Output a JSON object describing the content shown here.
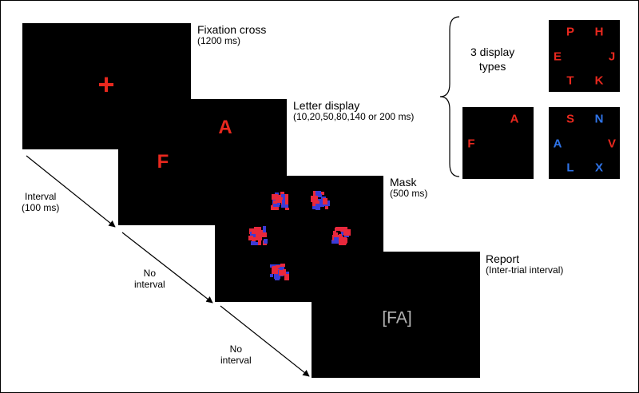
{
  "colors": {
    "background": "#ffffff",
    "screen": "#000000",
    "red_letter": "#e8281e",
    "blue_letter": "#2f74e8",
    "mask_red": "#e8283c",
    "mask_blue": "#3b3bd6",
    "report_text": "#b4b4b4"
  },
  "screens": {
    "fixation": {
      "title": "Fixation cross",
      "duration": "(1200 ms)",
      "symbol": "+"
    },
    "letter": {
      "title": "Letter display",
      "duration": "(10,20,50,80,140 or 200 ms)",
      "letters": [
        "A",
        "F"
      ]
    },
    "mask": {
      "title": "Mask",
      "duration": "(500 ms)"
    },
    "report": {
      "title": "Report",
      "duration": "(Inter-trial interval)",
      "response": "[FA]"
    }
  },
  "intervals": {
    "first": {
      "line1": "Interval",
      "line2": "(100 ms)"
    },
    "second": {
      "line1": "No",
      "line2": "interval"
    },
    "third": {
      "line1": "No",
      "line2": "interval"
    }
  },
  "display_types": {
    "label_line1": "3 display types",
    "label_line2": "types",
    "two_letter": [
      "A",
      "F"
    ],
    "six_red": [
      "P",
      "H",
      "E",
      "J",
      "T",
      "K"
    ],
    "six_mixed": [
      {
        "letter": "S",
        "color": "red"
      },
      {
        "letter": "N",
        "color": "blue"
      },
      {
        "letter": "A",
        "color": "blue"
      },
      {
        "letter": "V",
        "color": "red"
      },
      {
        "letter": "L",
        "color": "blue"
      },
      {
        "letter": "X",
        "color": "blue"
      }
    ]
  }
}
